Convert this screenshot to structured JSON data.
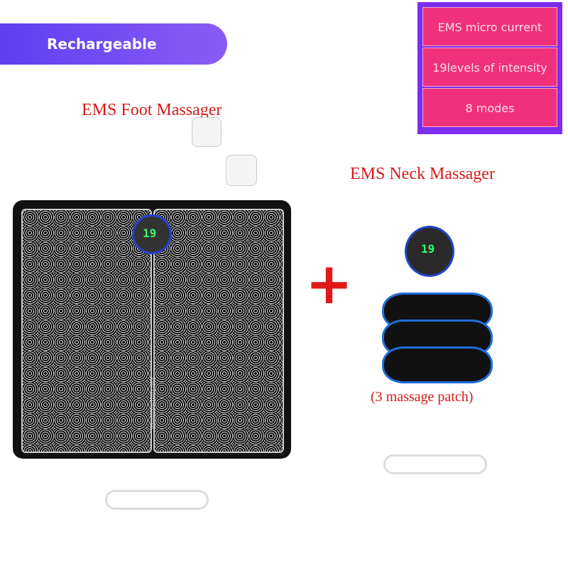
{
  "badge": {
    "label": "Rechargeable"
  },
  "features": [
    "EMS micro current",
    "19levels of intensity",
    "8 modes"
  ],
  "foot": {
    "title": "EMS Foot Massager",
    "mat_label": "EMS FOOTMASSAGER",
    "display": "19"
  },
  "neck": {
    "title": "EMS Neck Massager",
    "display": "19",
    "patch_caption": "(3 massage patch)"
  },
  "plus": "+"
}
